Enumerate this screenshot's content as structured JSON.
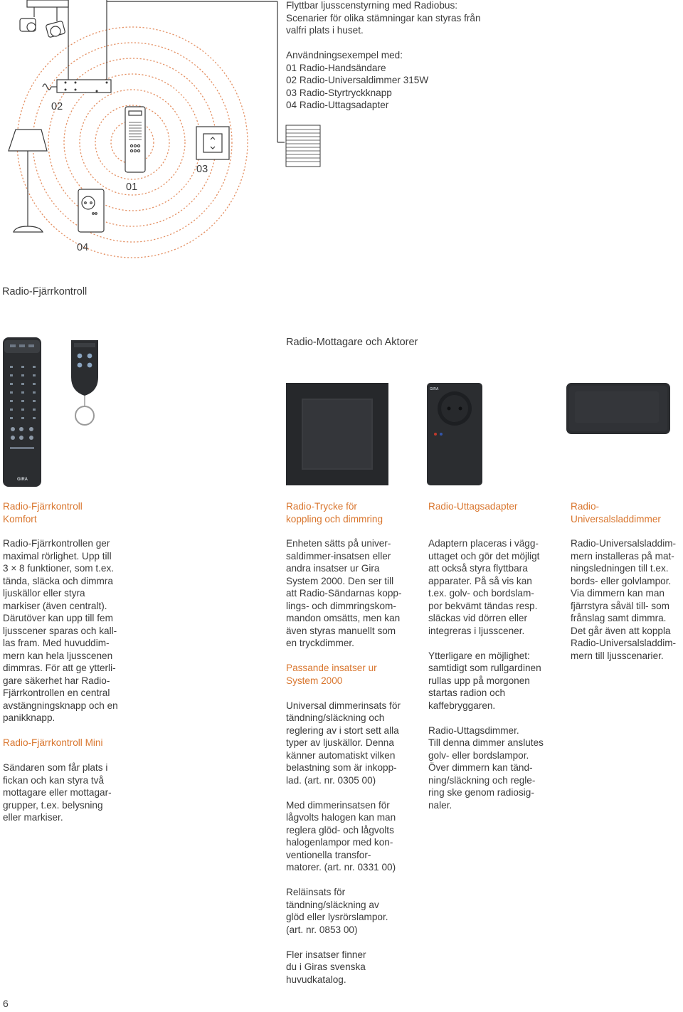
{
  "intro": {
    "title": "Flyttbar ljusscenstyrning med Radiobus:",
    "desc": "Scenarier för olika stämningar kan styras från\nvalfri plats i huset.",
    "examples_heading": "Användningsexempel med:",
    "examples": [
      "01 Radio-Handsändare",
      "02 Radio-Universaldimmer 315W",
      "03 Radio-Styrtryckknapp",
      "04 Radio-Uttagsadapter"
    ]
  },
  "diagram": {
    "labels": [
      "01",
      "02",
      "03",
      "04"
    ]
  },
  "section_labels": {
    "remote": "Radio-Fjärrkontroll",
    "receivers": "Radio-Mottagare och Aktorer"
  },
  "products": {
    "remote_brand": "GIRA",
    "adapter_brand": "GIRA"
  },
  "columns": {
    "c1": {
      "heading": "Radio-Fjärrkontroll\nKomfort",
      "body": "Radio-Fjärrkontrollen ger\nmaximal rörlighet. Upp till\n3 × 8 funktioner, som t.ex.\ntända, släcka och dimmra\nljuskällor eller styra\nmarkiser (även centralt).\nDärutöver kan upp till fem\nljusscener sparas och kall-\nlas fram. Med huvuddim-\nmern kan hela ljusscenen\ndimmras. För att ge ytterli-\ngare säkerhet har Radio-\nFjärrkontrollen en central\navstängningsknapp och en\npanikknapp.",
      "subheading": "Radio-Fjärrkontroll Mini",
      "body2": "Sändaren som får plats i\nfickan och kan styra två\nmottagare eller mottagar-\ngrupper, t.ex. belysning\neller markiser."
    },
    "c2": {
      "heading": "Radio-Trycke för\nkoppling och dimmring",
      "body": "Enheten sätts på univer-\nsaldimmer-insatsen eller\nandra insatser ur Gira\nSystem 2000. Den ser till\natt Radio-Sändarnas kopp-\nlings- och dimmringskom-\nmandon omsätts, men kan\näven styras manuellt som\nen tryckdimmer.",
      "subheading": "Passande insatser ur\nSystem 2000",
      "p2": "Universal dimmerinsats för\ntändning/släckning och\nreglering av i stort sett alla\ntyper av ljuskällor. Denna\nkänner automatiskt vilken\nbelastning som är inkopp-\nlad. (art. nr. 0305 00)",
      "p3": "Med dimmerinsatsen för\nlågvolts halogen kan man\nreglera glöd- och lågvolts\nhalogenlampor med kon-\nventionella transfor-\nmatorer. (art. nr. 0331 00)",
      "p4": "Reläinsats för\ntändning/släckning av\nglöd eller lysrörslampor.\n(art. nr. 0853 00)",
      "p5": "Fler insatser finner\ndu i Giras svenska\nhuvudkatalog."
    },
    "c3": {
      "heading": "Radio-Uttagsadapter",
      "p1": "Adaptern placeras i vägg-\nuttaget och gör det möjligt\natt också styra flyttbara\napparater. På så vis kan\nt.ex. golv- och bordslam-\npor bekvämt tändas resp.\nsläckas vid dörren eller\nintegreras i ljusscener.",
      "p2": "Ytterligare en möjlighet:\nsamtidigt som rullgardinen\nrullas upp på morgonen\nstartas radion och\nkaffebryggaren.",
      "p3": "Radio-Uttagsdimmer.\nTill denna dimmer anslutes\ngolv- eller bordslampor.\nÖver dimmern kan tänd-\nning/släckning och regle-\nring ske genom radiosig-\nnaler."
    },
    "c4": {
      "heading": "Radio-\nUniversalsladdimmer",
      "body": "Radio-Universalsladdim-\nmern installeras på mat-\nningsledningen till t.ex.\nbords- eller golvlampor.\nVia dimmern kan man\nfjärrstyra såväl till- som\nfrånslag samt dimmra.\nDet går även att koppla\nRadio-Universalsladdim-\nmern till ljusscenarier."
    }
  },
  "page_number": "6",
  "colors": {
    "accent": "#d9762e",
    "text": "#3a3a3a",
    "device": "#2b2d30"
  }
}
